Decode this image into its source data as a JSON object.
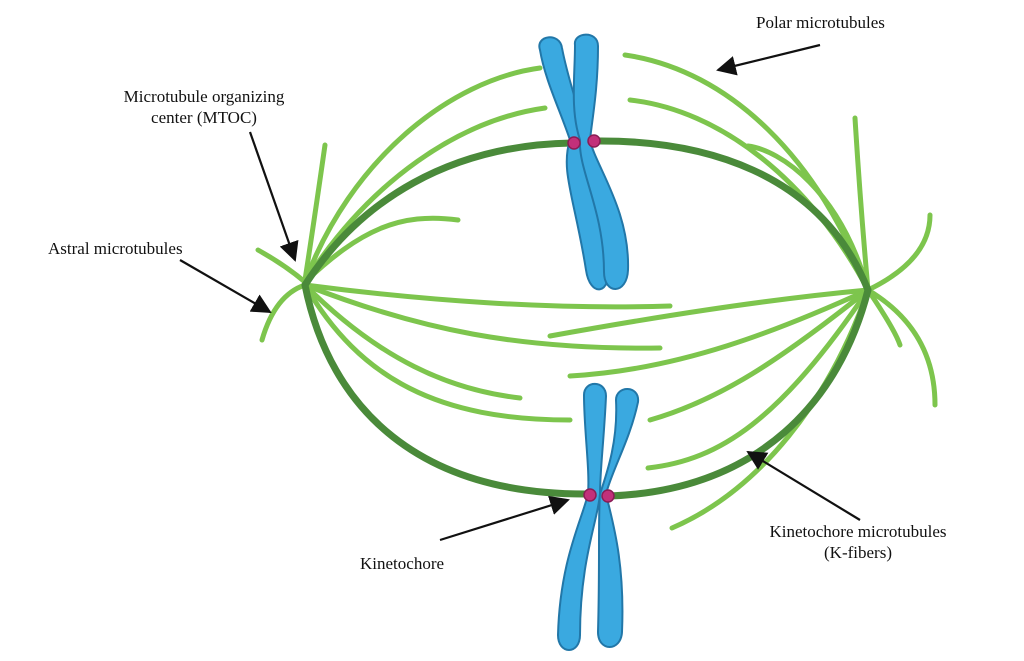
{
  "labels": {
    "polar": "Polar microtubules",
    "mtoc_line1": "Microtubule organizing",
    "mtoc_line2": "center (MTOC)",
    "astral": "Astral microtubules",
    "kinetochore": "Kinetochore",
    "kfiber_line1": "Kinetochore microtubules",
    "kfiber_line2": "(K-fibers)"
  },
  "colors": {
    "polar_microtubule": "#7dc54d",
    "kinetochore_microtubule": "#4a8a3a",
    "chromosome_fill": "#3aa9e0",
    "chromosome_stroke": "#2277a8",
    "kinetochore_dot": "#c2307a",
    "arrow": "#111111"
  }
}
